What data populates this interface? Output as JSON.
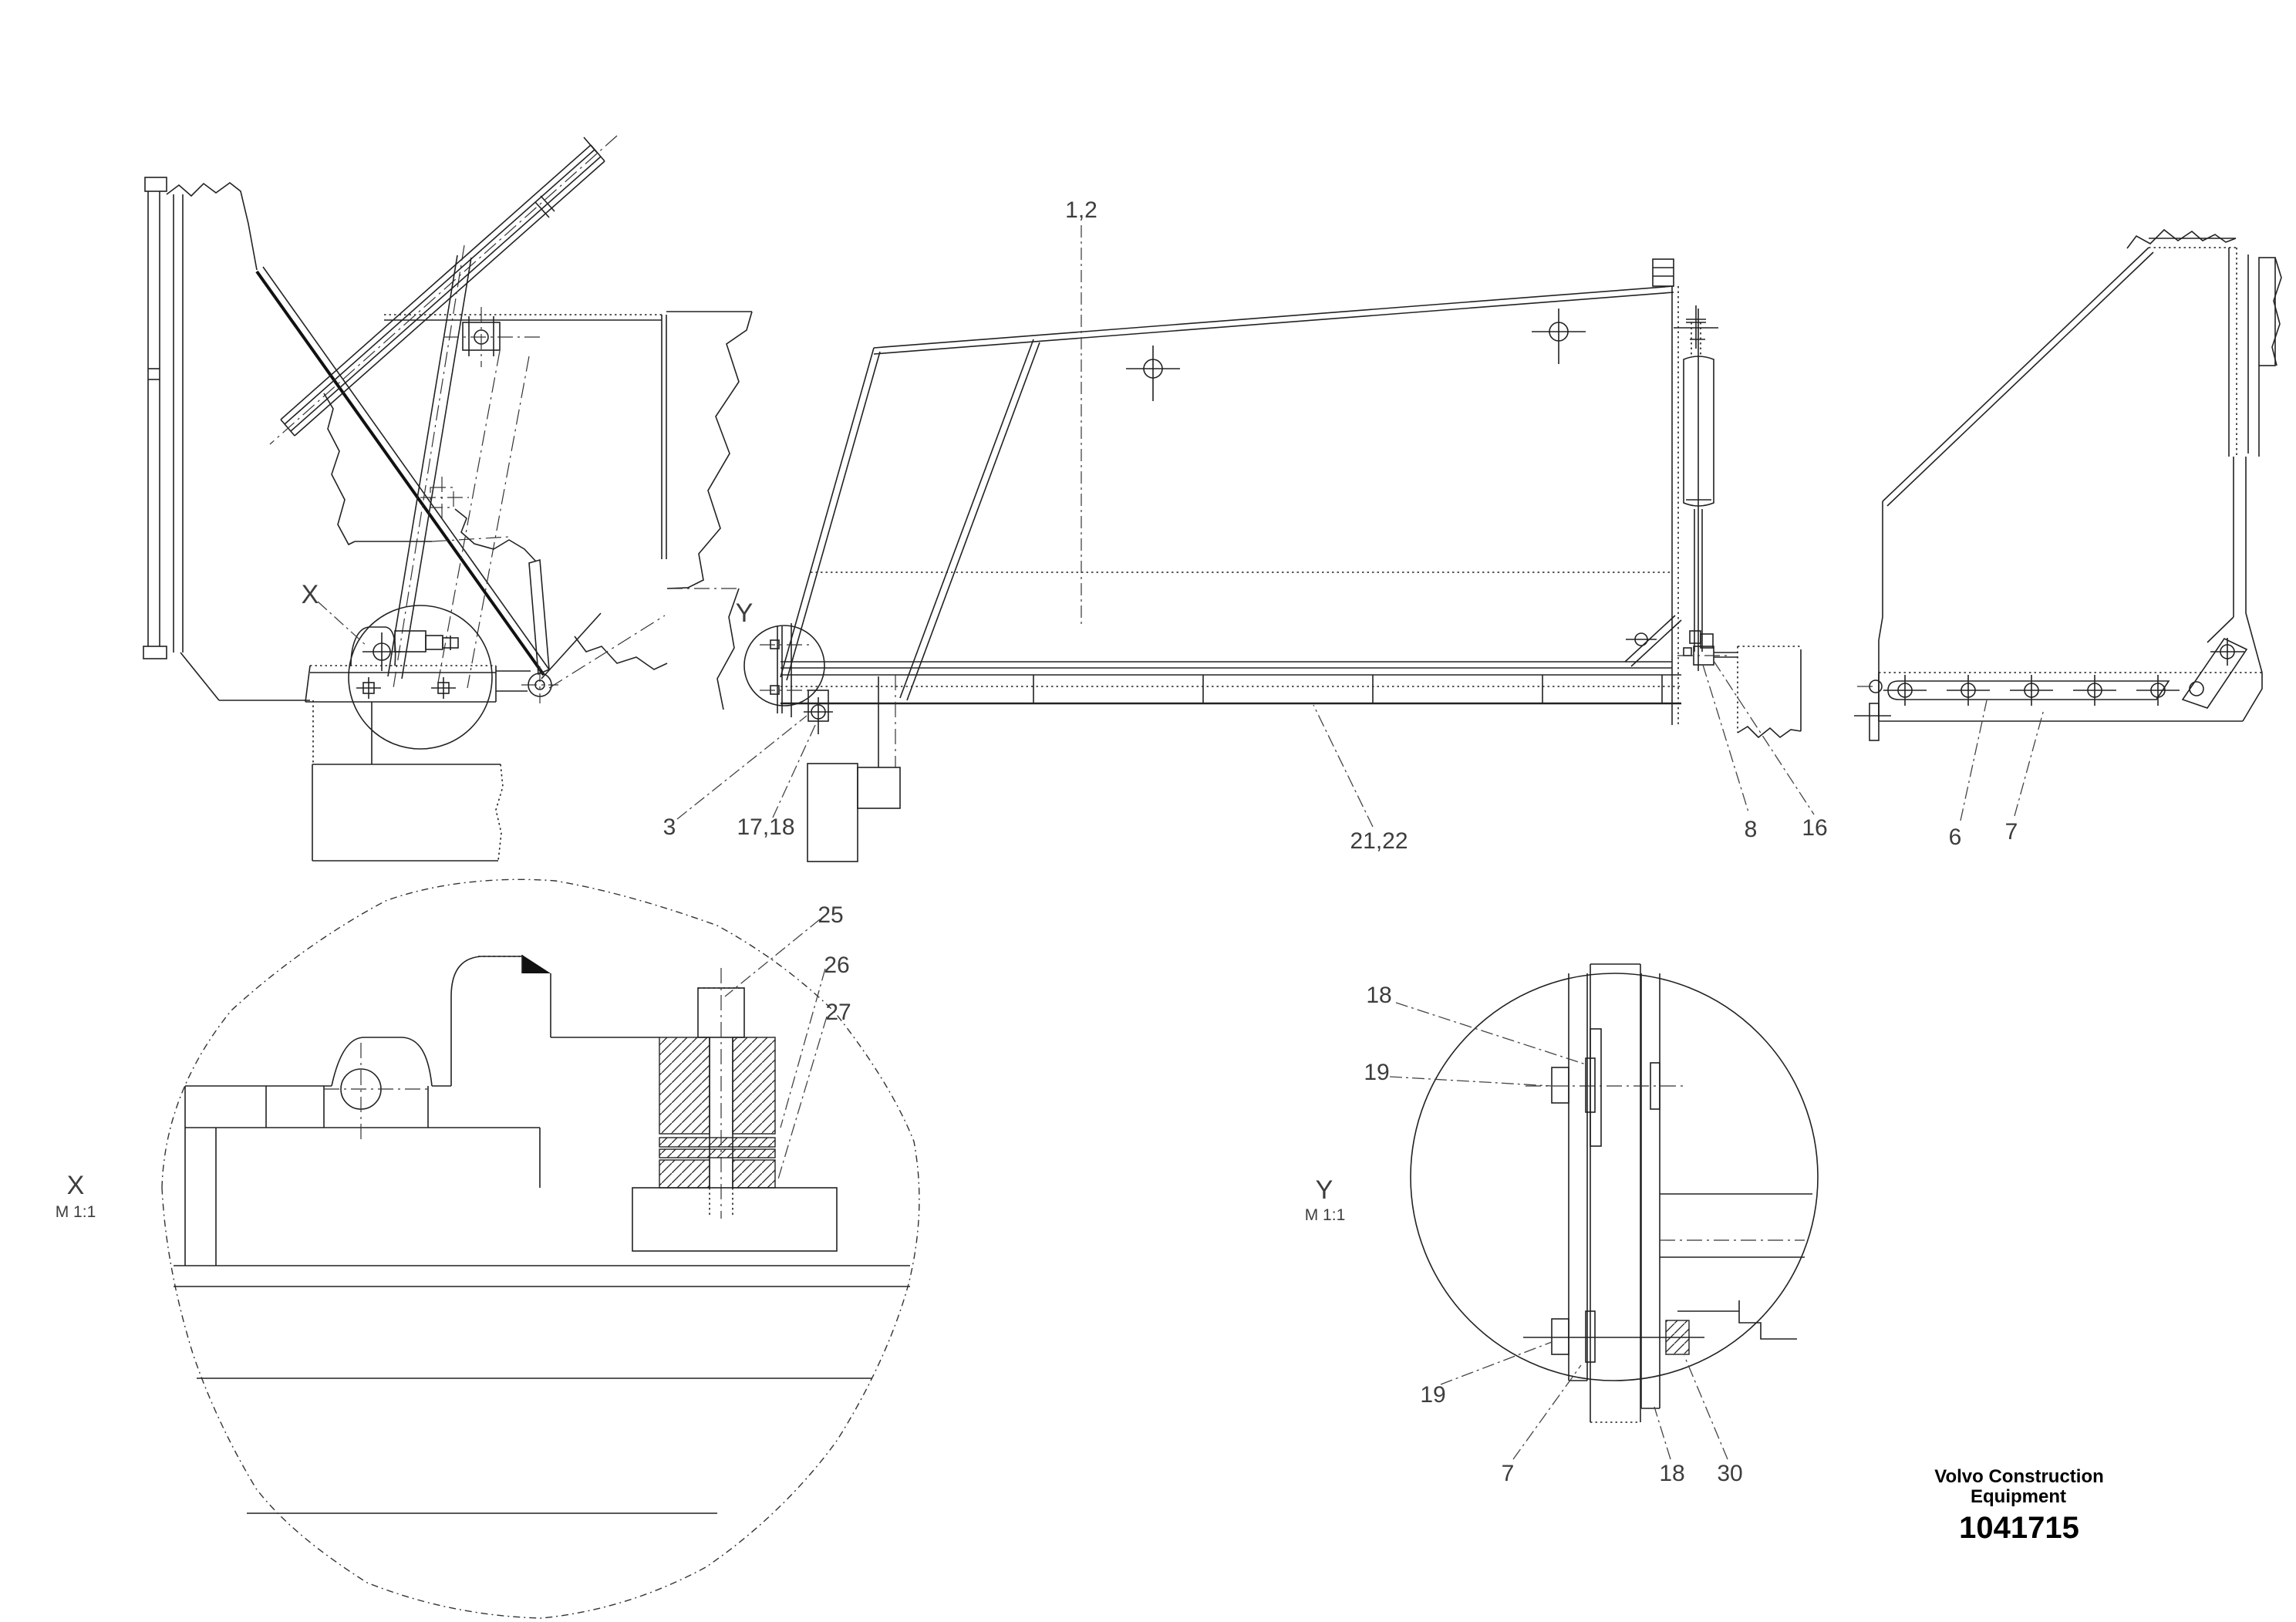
{
  "document": {
    "type": "engineering-drawing",
    "background": "#ffffff",
    "ink": "#222222"
  },
  "title_block": {
    "company_line1": "Volvo Construction",
    "company_line2": "Equipment",
    "drawing_number": "1041715"
  },
  "views": {
    "side_left": {
      "name": "left side view with lid open",
      "detail_marker": "X"
    },
    "front_main": {
      "name": "front view of hopper panel",
      "callouts": [
        "1,2",
        "3",
        "17,18",
        "21,22",
        "8",
        "16"
      ],
      "detail_marker": "Y"
    },
    "side_right": {
      "name": "right side view",
      "callouts": [
        "6",
        "7"
      ]
    },
    "detail_x": {
      "title": "X",
      "scale": "M 1:1",
      "callouts": [
        "25",
        "26",
        "27"
      ]
    },
    "detail_y": {
      "title": "Y",
      "scale": "M 1:1",
      "callouts": [
        "18",
        "19",
        "19",
        "7",
        "18",
        "30"
      ]
    }
  },
  "labels": {
    "n1_2": "1,2",
    "n3": "3",
    "n17_18": "17,18",
    "n21_22": "21,22",
    "n8": "8",
    "n16": "16",
    "n6": "6",
    "n7": "7",
    "n25": "25",
    "n26": "26",
    "n27": "27",
    "n18": "18",
    "n19": "19",
    "n30": "30",
    "x_ref": "X",
    "y_ref": "Y",
    "scale_1_1": "M 1:1"
  }
}
